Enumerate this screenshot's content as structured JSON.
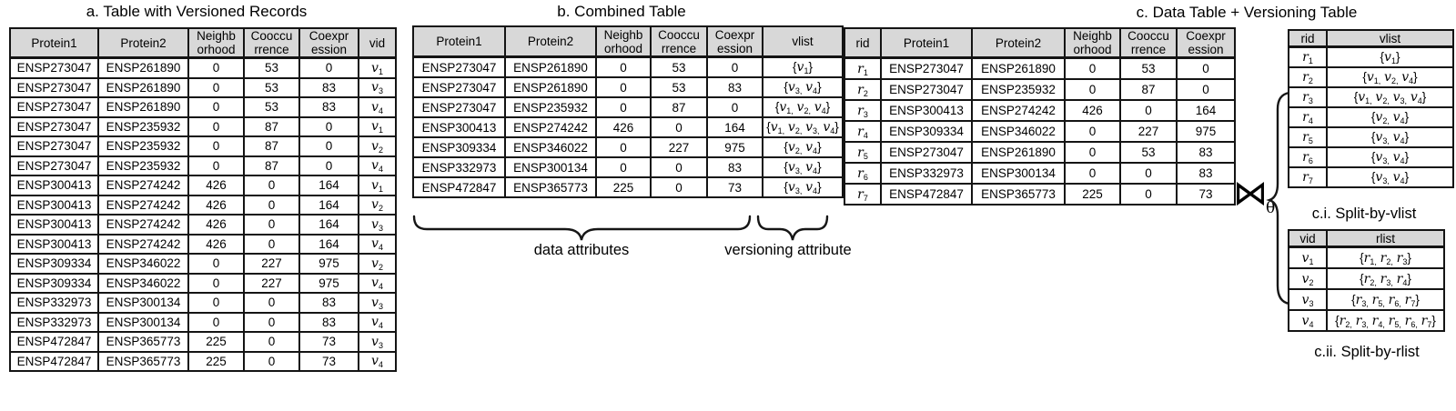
{
  "titles": {
    "a": "a. Table with Versioned Records",
    "b": "b. Combined Table",
    "c": "c. Data Table + Versioning Table",
    "ci": "c.i. Split-by-vlist",
    "cii": "c.ii. Split-by-rlist"
  },
  "annotations": {
    "data_attributes": "data attributes",
    "versioning_attribute": "versioning attribute",
    "join_symbol": "⋈",
    "join_subscript": "θ"
  },
  "colors": {
    "header_bg": "#d8d8d8",
    "border": "#141414",
    "background": "#ffffff"
  },
  "table_a": {
    "headers": [
      "Protein1",
      "Protein2",
      "Neighb\norhood",
      "Cooccu\nrrence",
      "Coexpr\nession",
      "vid"
    ],
    "rows": [
      [
        "ENSP273047",
        "ENSP261890",
        "0",
        "53",
        "0",
        "v_1"
      ],
      [
        "ENSP273047",
        "ENSP261890",
        "0",
        "53",
        "83",
        "v_3"
      ],
      [
        "ENSP273047",
        "ENSP261890",
        "0",
        "53",
        "83",
        "v_4"
      ],
      [
        "ENSP273047",
        "ENSP235932",
        "0",
        "87",
        "0",
        "v_1"
      ],
      [
        "ENSP273047",
        "ENSP235932",
        "0",
        "87",
        "0",
        "v_2"
      ],
      [
        "ENSP273047",
        "ENSP235932",
        "0",
        "87",
        "0",
        "v_4"
      ],
      [
        "ENSP300413",
        "ENSP274242",
        "426",
        "0",
        "164",
        "v_1"
      ],
      [
        "ENSP300413",
        "ENSP274242",
        "426",
        "0",
        "164",
        "v_2"
      ],
      [
        "ENSP300413",
        "ENSP274242",
        "426",
        "0",
        "164",
        "v_3"
      ],
      [
        "ENSP300413",
        "ENSP274242",
        "426",
        "0",
        "164",
        "v_4"
      ],
      [
        "ENSP309334",
        "ENSP346022",
        "0",
        "227",
        "975",
        "v_2"
      ],
      [
        "ENSP309334",
        "ENSP346022",
        "0",
        "227",
        "975",
        "v_4"
      ],
      [
        "ENSP332973",
        "ENSP300134",
        "0",
        "0",
        "83",
        "v_3"
      ],
      [
        "ENSP332973",
        "ENSP300134",
        "0",
        "0",
        "83",
        "v_4"
      ],
      [
        "ENSP472847",
        "ENSP365773",
        "225",
        "0",
        "73",
        "v_3"
      ],
      [
        "ENSP472847",
        "ENSP365773",
        "225",
        "0",
        "73",
        "v_4"
      ]
    ]
  },
  "table_b": {
    "headers": [
      "Protein1",
      "Protein2",
      "Neighb\norhood",
      "Cooccu\nrrence",
      "Coexpr\nession",
      "vlist"
    ],
    "rows": [
      [
        "ENSP273047",
        "ENSP261890",
        "0",
        "53",
        "0",
        "{v_1}"
      ],
      [
        "ENSP273047",
        "ENSP261890",
        "0",
        "53",
        "83",
        "{v_3, v_4}"
      ],
      [
        "ENSP273047",
        "ENSP235932",
        "0",
        "87",
        "0",
        "{v_1, v_2, v_4}"
      ],
      [
        "ENSP300413",
        "ENSP274242",
        "426",
        "0",
        "164",
        "{v_1, v_2, v_3, v_4}"
      ],
      [
        "ENSP309334",
        "ENSP346022",
        "0",
        "227",
        "975",
        "{v_2, v_4}"
      ],
      [
        "ENSP332973",
        "ENSP300134",
        "0",
        "0",
        "83",
        "{v_3, v_4}"
      ],
      [
        "ENSP472847",
        "ENSP365773",
        "225",
        "0",
        "73",
        "{v_3, v_4}"
      ]
    ]
  },
  "table_c": {
    "headers": [
      "rid",
      "Protein1",
      "Protein2",
      "Neighb\norhood",
      "Cooccu\nrrence",
      "Coexpr\nession"
    ],
    "rows": [
      [
        "r_1",
        "ENSP273047",
        "ENSP261890",
        "0",
        "53",
        "0"
      ],
      [
        "r_2",
        "ENSP273047",
        "ENSP235932",
        "0",
        "87",
        "0"
      ],
      [
        "r_3",
        "ENSP300413",
        "ENSP274242",
        "426",
        "0",
        "164"
      ],
      [
        "r_4",
        "ENSP309334",
        "ENSP346022",
        "0",
        "227",
        "975"
      ],
      [
        "r_5",
        "ENSP273047",
        "ENSP261890",
        "0",
        "53",
        "83"
      ],
      [
        "r_6",
        "ENSP332973",
        "ENSP300134",
        "0",
        "0",
        "83"
      ],
      [
        "r_7",
        "ENSP472847",
        "ENSP365773",
        "225",
        "0",
        "73"
      ]
    ]
  },
  "table_ci": {
    "headers": [
      "rid",
      "vlist"
    ],
    "rows": [
      [
        "r_1",
        "{v_1}"
      ],
      [
        "r_2",
        "{v_1, v_2, v_4}"
      ],
      [
        "r_3",
        "{v_1, v_2, v_3, v_4}"
      ],
      [
        "r_4",
        "{v_2, v_4}"
      ],
      [
        "r_5",
        "{v_3, v_4}"
      ],
      [
        "r_6",
        "{v_3, v_4}"
      ],
      [
        "r_7",
        "{v_3, v_4}"
      ]
    ]
  },
  "table_cii": {
    "headers": [
      "vid",
      "rlist"
    ],
    "rows": [
      [
        "v_1",
        "{r_1, r_2, r_3}"
      ],
      [
        "v_2",
        "{r_2, r_3, r_4}"
      ],
      [
        "v_3",
        "{r_3, r_5, r_6, r_7}"
      ],
      [
        "v_4",
        "{r_2, r_3, r_4, r_5, r_6, r_7}"
      ]
    ]
  }
}
